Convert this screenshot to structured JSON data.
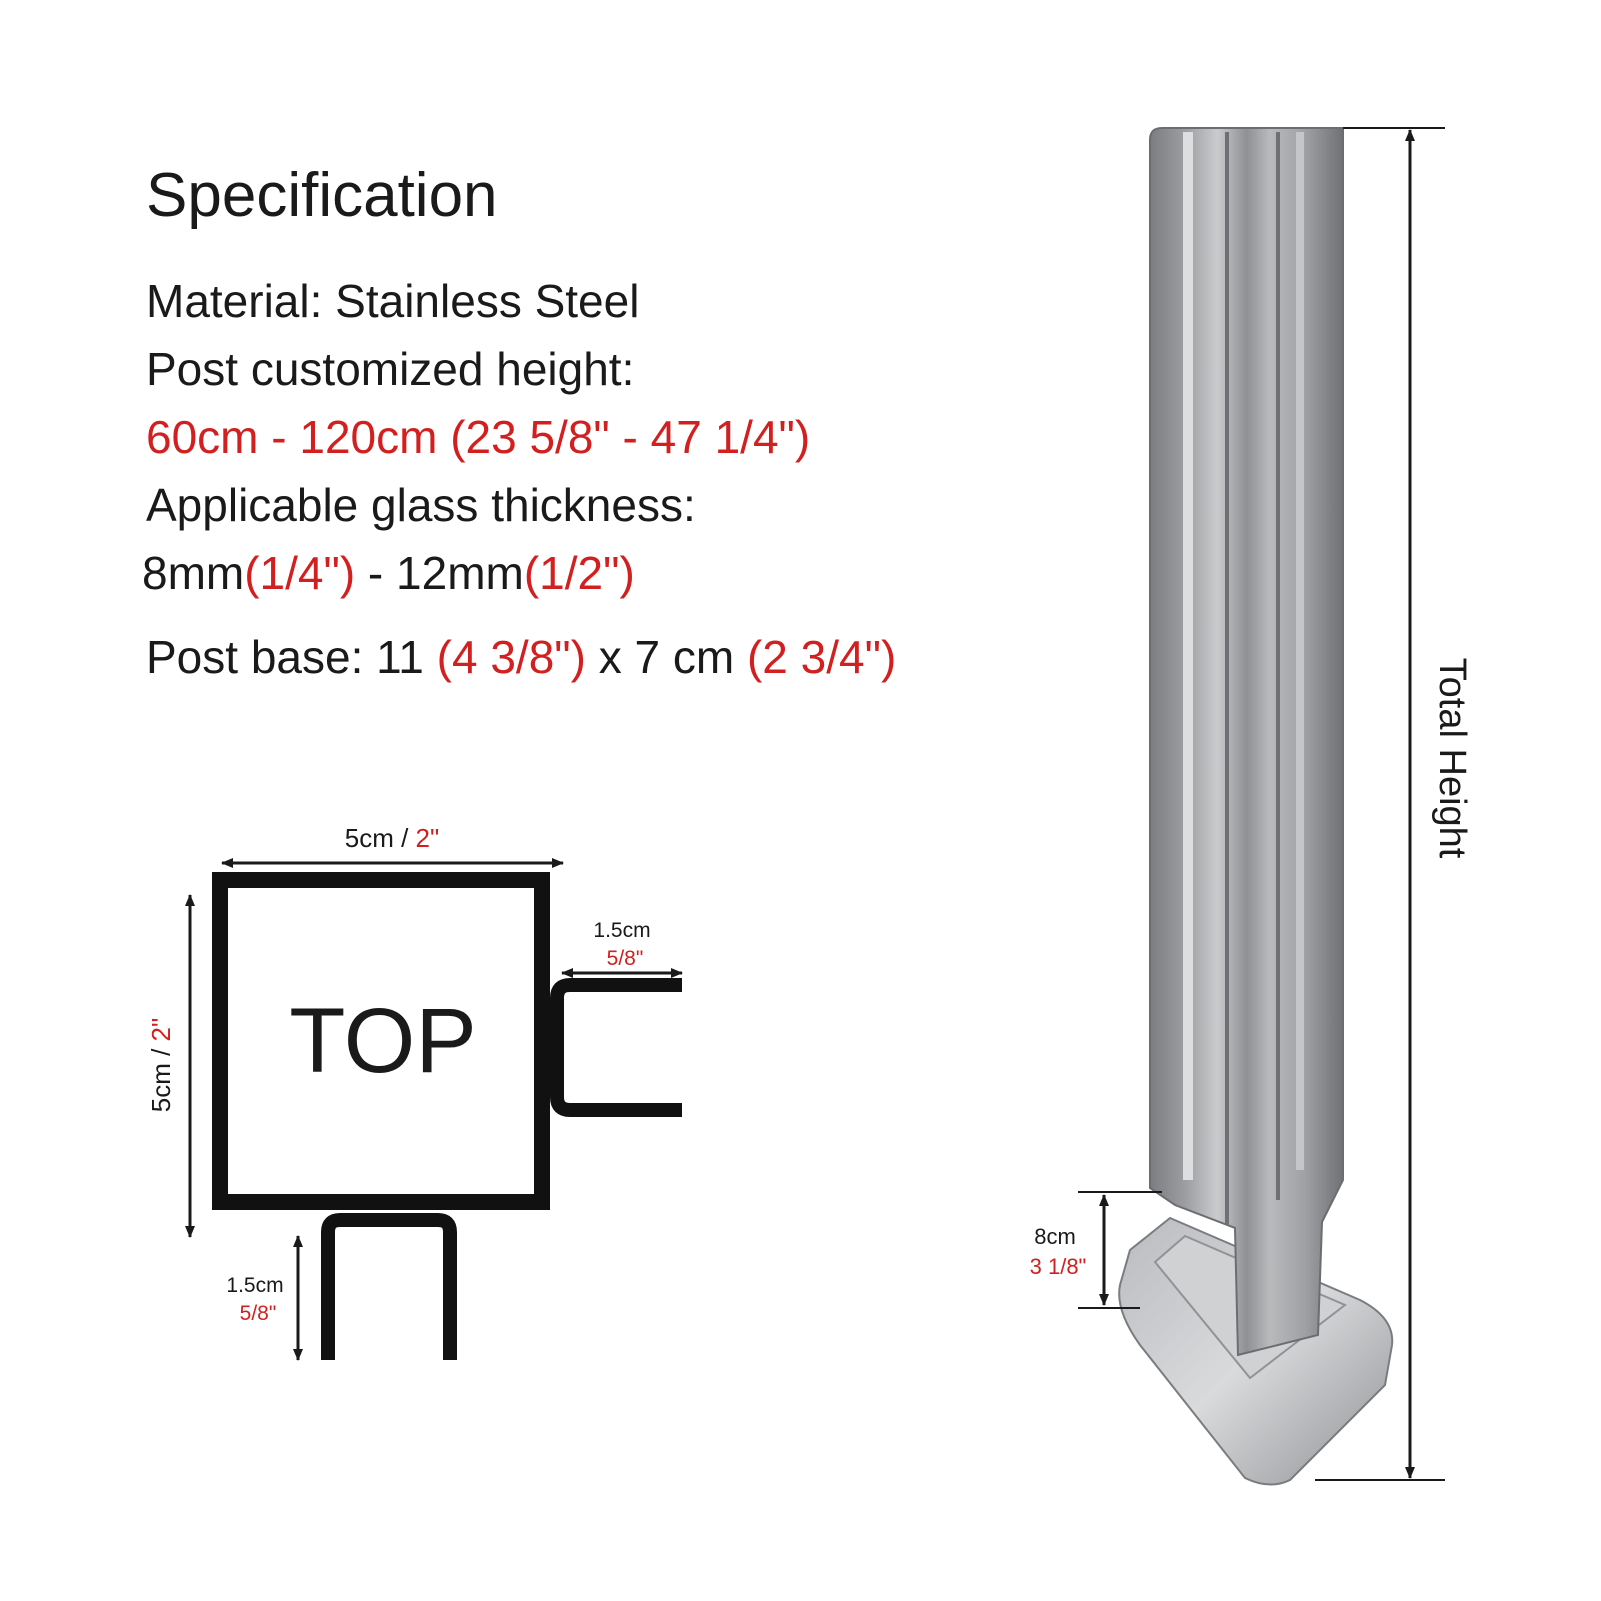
{
  "spec": {
    "title": "Specification",
    "material": "Material: Stainless Steel",
    "height_label": "Post customized height:",
    "height_range": "60cm - 120cm (23 5/8\" - 47 1/4\")",
    "glass_label": "Applicable glass thickness:",
    "glass_min_metric": "8mm",
    "glass_min_imperial": "(1/4\")",
    "glass_sep": " - ",
    "glass_max_metric": "12mm",
    "glass_max_imperial": "(1/2\")",
    "base_label": "Post base: 11 ",
    "base_len_imperial": "(4 3/8\")",
    "base_x": " x 7 cm ",
    "base_wid_imperial": "(2 3/4\")"
  },
  "top_diagram": {
    "label": "TOP",
    "width_metric": "5cm / ",
    "width_imperial": "2\"",
    "height_metric": "5cm / ",
    "height_imperial": "2\"",
    "slot_right_metric": "1.5cm",
    "slot_right_imperial": "5/8\"",
    "slot_bottom_metric": "1.5cm",
    "slot_bottom_imperial": "5/8\""
  },
  "post": {
    "total_height_label": "Total Height",
    "base_height_metric": "8cm",
    "base_height_imperial": "3 1/8\""
  },
  "colors": {
    "accent_red": "#d21f1f",
    "text": "#1a1a1a",
    "steel": "#a9abae"
  }
}
